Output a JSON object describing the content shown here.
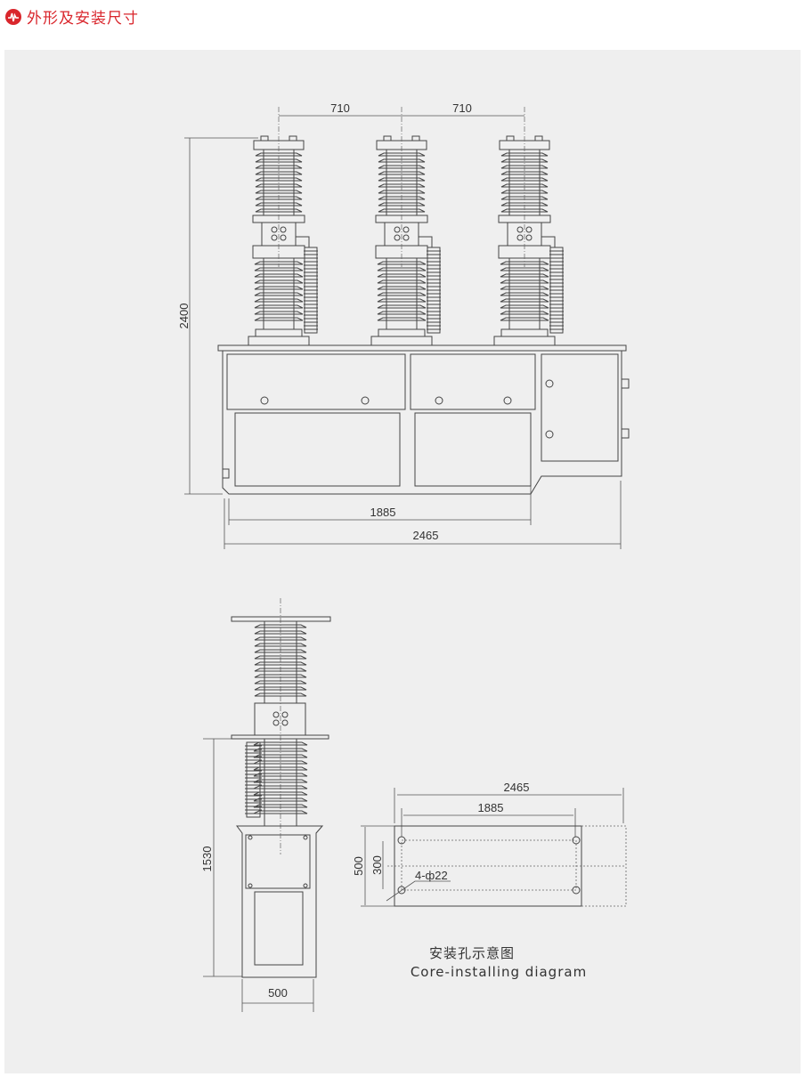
{
  "header": {
    "title": "外形及安装尺寸",
    "icon": "pulse-logo-icon",
    "accent": "#d9262c"
  },
  "front_view": {
    "pole_spacing_1": "710",
    "pole_spacing_2": "710",
    "height": "2400",
    "inner_width": "1885",
    "total_width": "2465"
  },
  "side_view": {
    "lower_height": "1530",
    "depth": "500"
  },
  "plan_view": {
    "total_width": "2465",
    "hole_spacing": "1885",
    "depth": "500",
    "hole_depth": "300",
    "holes": "4-ф22",
    "caption_cn": "安装孔示意图",
    "caption_en": "Core-installing diagram"
  }
}
